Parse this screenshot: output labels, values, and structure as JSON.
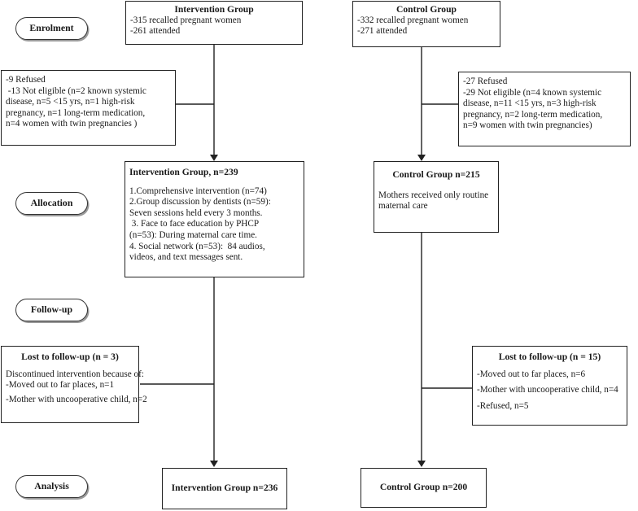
{
  "stages": {
    "enrolment": "Enrolment",
    "allocation": "Allocation",
    "followup": "Follow-up",
    "analysis": "Analysis"
  },
  "intervention": {
    "enrolment": {
      "title": "Intervention Group",
      "lines": [
        "-315 recalled pregnant women",
        "-261 attended"
      ]
    },
    "excluded": {
      "lines": [
        "-9 Refused",
        " -13 Not eligible (n=2 known systemic",
        "disease, n=5 <15 yrs, n=1 high-risk",
        "pregnancy, n=1 long-term medication,",
        "n=4 women with twin pregnancies )"
      ]
    },
    "allocation": {
      "title": "Intervention Group, n=239",
      "lines": [
        "1.Comprehensive intervention (n=74)",
        "2.Group discussion by dentists (n=59):",
        "Seven sessions held every 3 months.",
        " 3. Face to face education by PHCP",
        "(n=53): During maternal care time.",
        "4. Social network (n=53):  84 audios,",
        "videos, and text messages sent."
      ]
    },
    "lost": {
      "title": "Lost to follow-up (n = 3)",
      "lines": [
        "Discontinued intervention because of:",
        "-Moved out to far places, n=1",
        "-Mother with uncooperative child, n=2"
      ]
    },
    "analysis": {
      "title": "Intervention Group n=236"
    }
  },
  "control": {
    "enrolment": {
      "title": "Control Group",
      "lines": [
        "-332 recalled pregnant women",
        "-271 attended"
      ]
    },
    "excluded": {
      "lines": [
        "-27 Refused",
        "-29 Not eligible (n=4 known systemic",
        "disease, n=11 <15 yrs, n=3 high-risk",
        "pregnancy, n=2 long-term medication,",
        "n=9 women with twin pregnancies)"
      ]
    },
    "allocation": {
      "title": "Control Group n=215",
      "lines": [
        "Mothers received only routine",
        "maternal care"
      ]
    },
    "lost": {
      "title": "Lost to follow-up (n = 15)",
      "lines": [
        "-Moved out to far places, n=6",
        "-Mother with uncooperative child, n=4",
        "-Refused, n=5"
      ]
    },
    "analysis": {
      "title": "Control Group n=200"
    }
  }
}
